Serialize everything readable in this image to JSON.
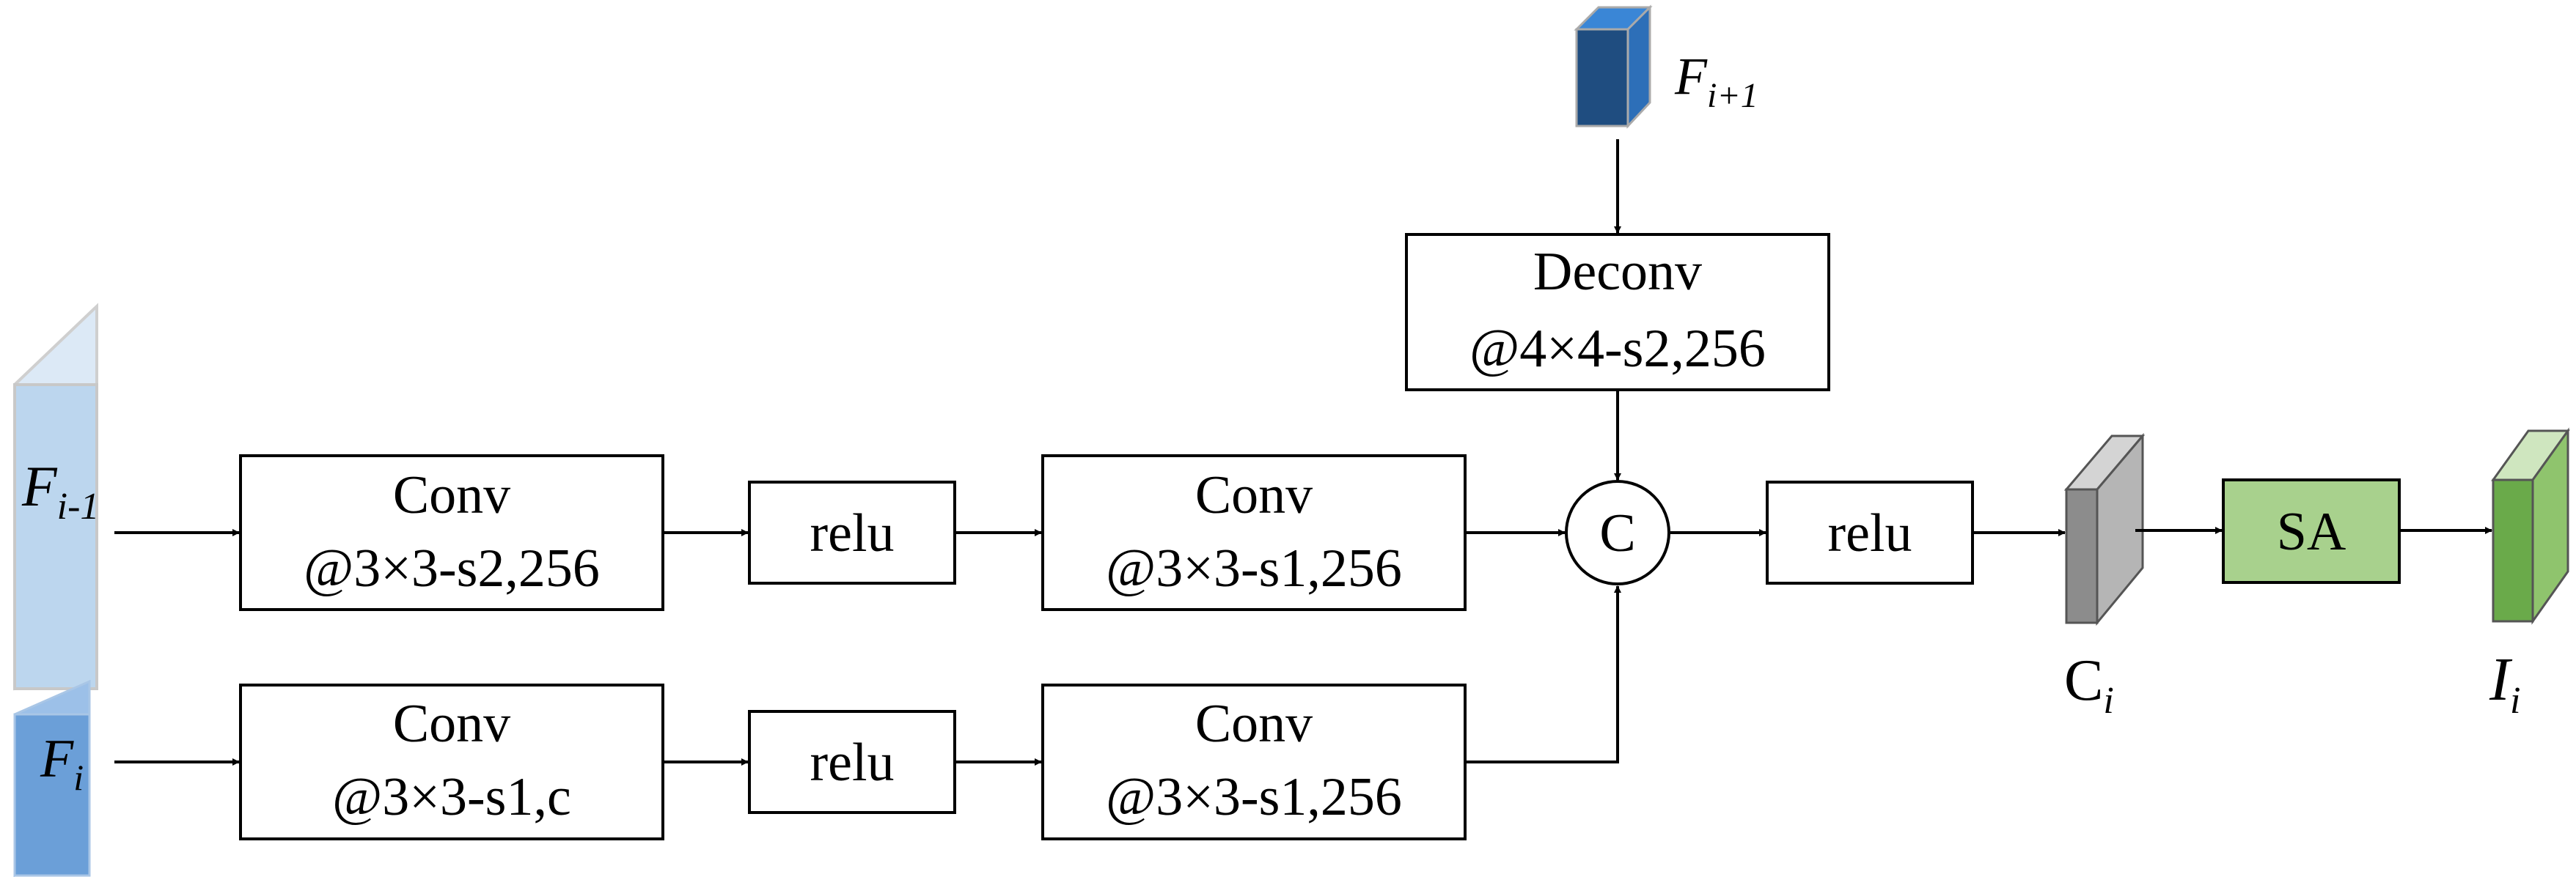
{
  "diagram": {
    "inputs": {
      "prev": {
        "base": "F",
        "sub": "i-1",
        "color_front": "#bcd6ee",
        "color_side": "#dce9f6",
        "color_edge": "#c8c8c8"
      },
      "curr": {
        "base": "F",
        "sub": "i",
        "color_front": "#6b9fd8",
        "color_side": "#9cc0e8",
        "color_edge": "#a9c6e6"
      },
      "next": {
        "base": "F",
        "sub": "i+1",
        "color_front": "#1f4d80",
        "color_side": "#2d6fb8",
        "color_top": "#3a86d6"
      }
    },
    "top_branch": {
      "conv1": {
        "line1": "Conv",
        "line2": "@3×3-s2,256"
      },
      "relu": "relu",
      "conv2": {
        "line1": "Conv",
        "line2": "@3×3-s1,256"
      }
    },
    "bottom_branch": {
      "conv1": {
        "line1": "Conv",
        "line2": "@3×3-s1,c"
      },
      "relu": "relu",
      "conv2": {
        "line1": "Conv",
        "line2": "@3×3-s1,256"
      }
    },
    "deconv": {
      "line1": "Deconv",
      "line2": "@4×4-s2,256"
    },
    "concat_symbol": "C",
    "relu_after_concat": "relu",
    "output_c": {
      "base": "C",
      "sub": "i",
      "color_front": "#8c8c8c",
      "color_side": "#b5b5b5",
      "color_top": "#d4d4d4"
    },
    "sa": {
      "label": "SA",
      "color": "#a8d18d"
    },
    "output_i": {
      "base": "I",
      "sub": "i",
      "color_front": "#6aaa4a",
      "color_side": "#8fc46d",
      "color_top": "#cfe6bf"
    }
  }
}
